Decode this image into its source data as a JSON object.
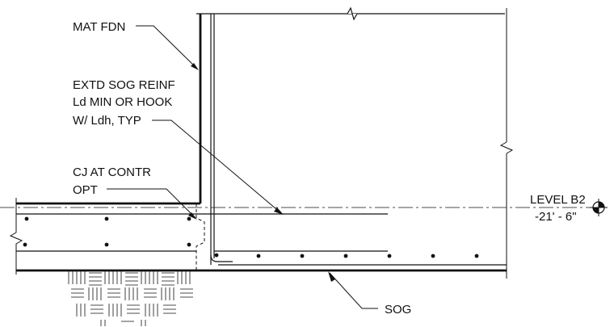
{
  "labels": {
    "mat_fdn": "MAT FDN",
    "extd_line1": "EXTD SOG REINF",
    "extd_line2": "Ld MIN OR HOOK",
    "extd_line3": "W/ Ldh, TYP",
    "cj_line1": "CJ AT CONTR",
    "cj_line2": "OPT",
    "level_name": "LEVEL B2",
    "level_elev": "-21' - 6\"",
    "sog": "SOG"
  },
  "colors": {
    "line": "#111111",
    "background": "#ffffff"
  }
}
